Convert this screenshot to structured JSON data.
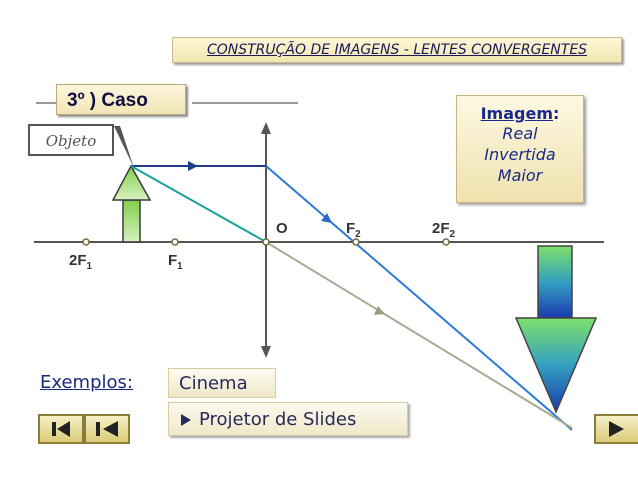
{
  "title": "CONSTRUÇÃO DE IMAGENS - LENTES  CONVERGENTES",
  "caso": "3º ) Caso",
  "objeto": "Objeto",
  "imagem": {
    "heading": "Imagem",
    "colon": ":",
    "lines": [
      "Real",
      "Invertida",
      "Maior"
    ]
  },
  "points": {
    "o": "O",
    "f2": {
      "base": "F",
      "sub": "2"
    },
    "two_f2": {
      "base": "2F",
      "sub": "2"
    },
    "two_f1": {
      "base": "2F",
      "sub": "1"
    },
    "f1": {
      "base": "F",
      "sub": "1"
    }
  },
  "exemplos_label": "Exemplos:",
  "examples": [
    "Cinema",
    "Projetor de Slides"
  ],
  "bullet_icon": "arrow-bullet-icon",
  "colors": {
    "axis": "#555555",
    "ray_parallel": "#1f3a8a",
    "ray_refracted": "#2a7bd4",
    "ray_focal": "#1aa39a",
    "ray_center": "#a8ab90",
    "object_fill": "#c7e9a2",
    "image_top": "#7fe06a",
    "image_bottom": "#1a3ab0"
  },
  "nav_icons": [
    "first-slide-icon",
    "previous-slide-icon",
    "next-slide-icon"
  ]
}
